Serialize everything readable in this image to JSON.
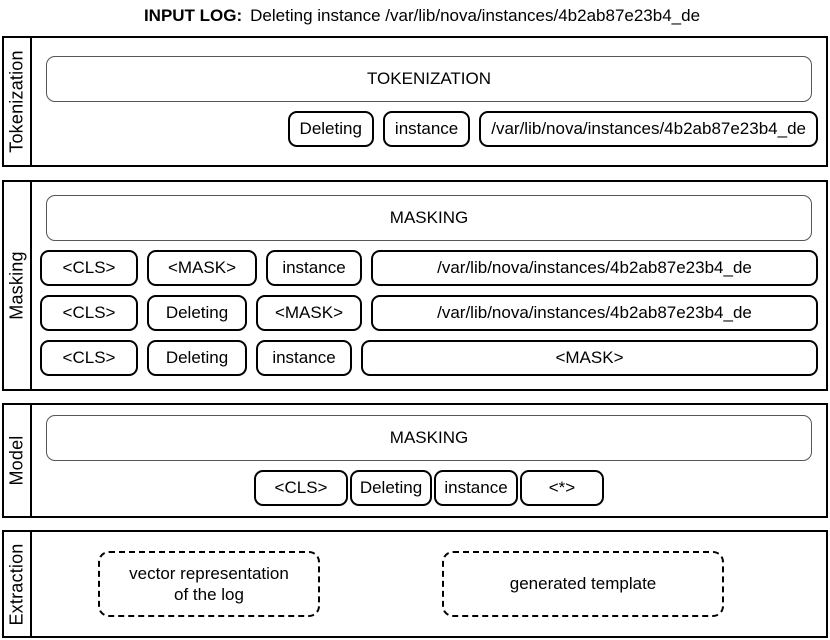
{
  "header": {
    "label": "INPUT LOG:",
    "value": "Deleting instance /var/lib/nova/instances/4b2ab87e23b4_de"
  },
  "stages": [
    {
      "name": "tokenization",
      "label": "Tokenization",
      "operation": "TOKENIZATION",
      "rows": [
        {
          "align": "right",
          "tokens": [
            "Deleting",
            "instance",
            "/var/lib/nova/instances/4b2ab87e23b4_de"
          ]
        }
      ]
    },
    {
      "name": "masking",
      "label": "Masking",
      "operation": "MASKING",
      "rows": [
        {
          "align": "full",
          "tokens": [
            "<CLS>",
            "<MASK>",
            "instance",
            "/var/lib/nova/instances/4b2ab87e23b4_de"
          ]
        },
        {
          "align": "full",
          "tokens": [
            "<CLS>",
            "Deleting",
            "<MASK>",
            "/var/lib/nova/instances/4b2ab87e23b4_de"
          ]
        },
        {
          "align": "full",
          "tokens": [
            "<CLS>",
            "Deleting",
            "instance",
            "<MASK>"
          ]
        }
      ]
    },
    {
      "name": "model",
      "label": "Model",
      "operation": "MASKING",
      "rows": [
        {
          "align": "center",
          "tokens": [
            "<CLS>",
            "Deleting",
            "instance",
            "<*>"
          ]
        }
      ]
    },
    {
      "name": "extraction",
      "label": "Extraction",
      "outputs": [
        "vector representation\nof the log",
        "generated template"
      ]
    }
  ]
}
